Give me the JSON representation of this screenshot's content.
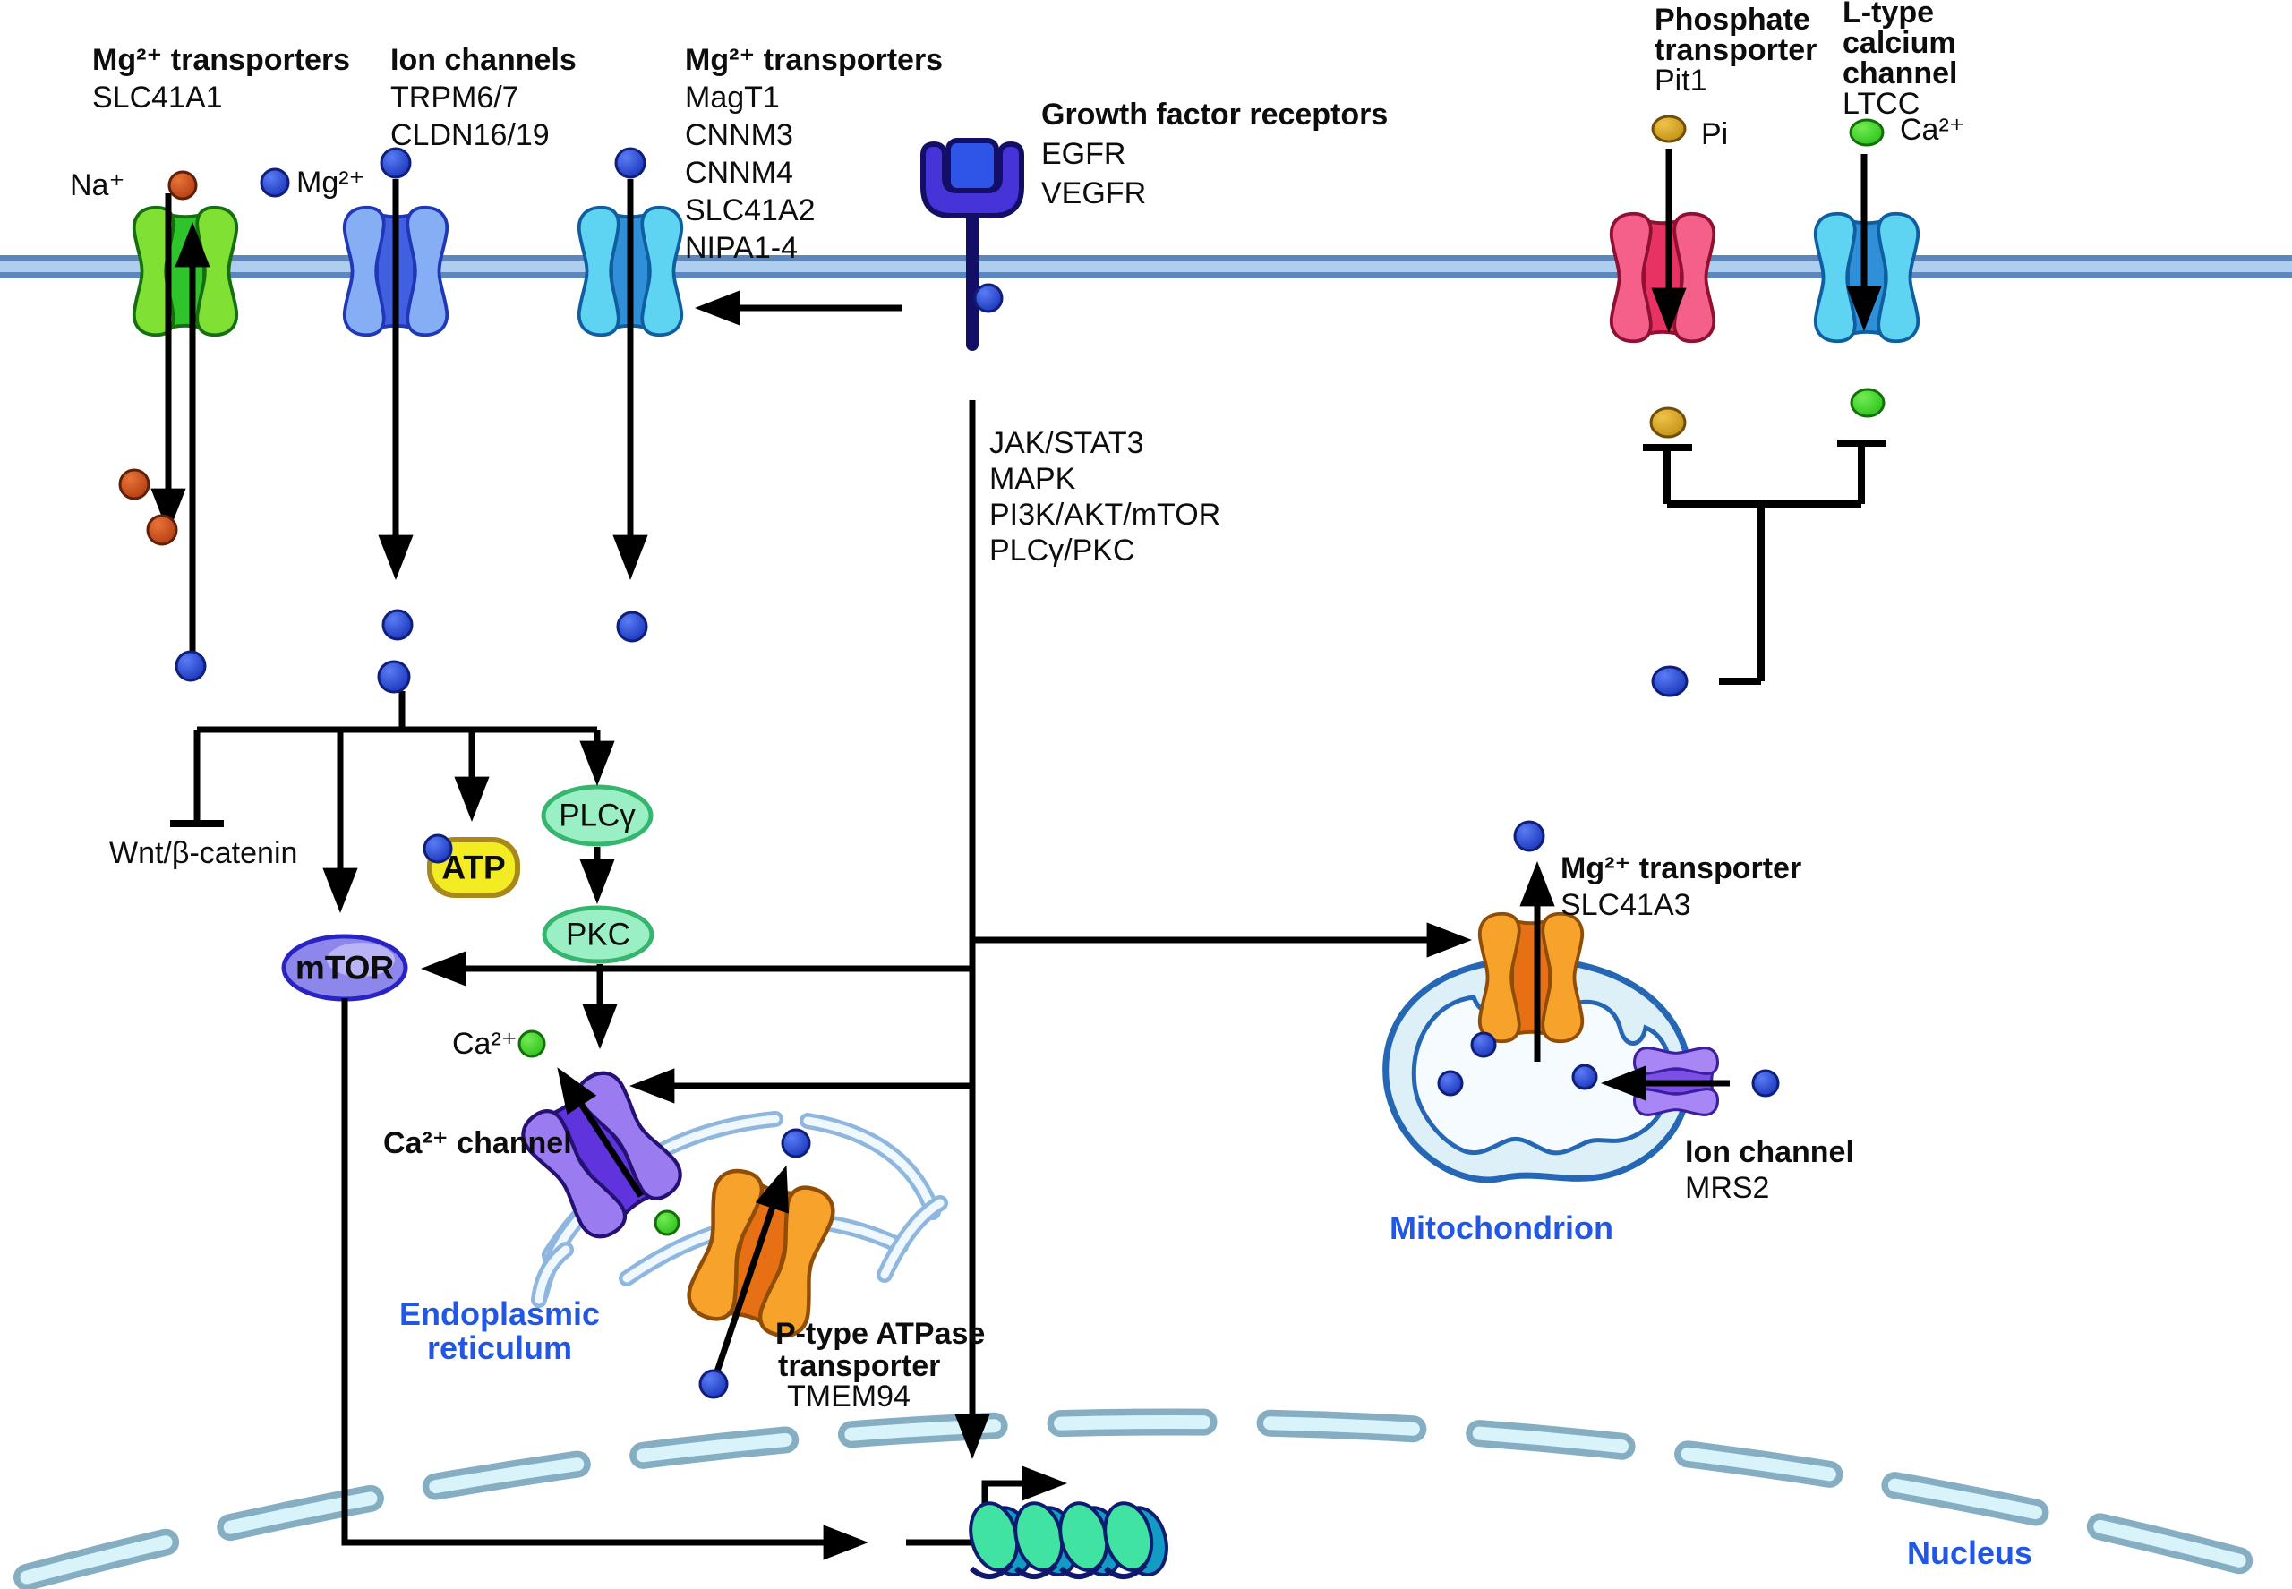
{
  "colors": {
    "membrane_dark": "#5D87BC",
    "membrane_light": "#AECDEF",
    "organelle_label": "#2257E3",
    "ch_green_lobe": "#80E033",
    "ch_green_core": "#2FC42C",
    "ch_green_stroke": "#156E10",
    "ch_blue_lobe": "#86AEF5",
    "ch_blue_core": "#4160E0",
    "ch_blue_stroke": "#2038B8",
    "ch_cyan_lobe": "#5FD3F2",
    "ch_cyan_core": "#2F8FD8",
    "ch_cyan_stroke": "#0F5FA0",
    "ch_pink_lobe": "#F4608A",
    "ch_pink_core": "#E83263",
    "ch_pink_stroke": "#8F1030",
    "ch_orange_lobe": "#F6A22B",
    "ch_orange_core": "#E87014",
    "ch_orange_stroke": "#8F4D05",
    "ch_purple_lobe": "#9B7BF0",
    "ch_purple_core": "#5F34DC",
    "ch_purple_stroke": "#241173",
    "ch_violet_lobe": "#A886F5",
    "ch_violet_core": "#7C50E8",
    "ch_violet_stroke": "#3A1FA0",
    "receptor_outer": "#4634D9",
    "receptor_inner": "#2E55E8",
    "receptor_stroke": "#140F66",
    "mtor_fill": "#8D87EC",
    "mtor_hl": "#BDB9F6",
    "mtor_stroke": "#2A23C4",
    "enzyme_fill": "#9BEFC4",
    "enzyme_stroke": "#35B56E",
    "atp_fill": "#F4EC22",
    "atp_stroke": "#A8871B",
    "er_outline": "#8FB6DE",
    "er_inner": "#EFF8FF",
    "mito_fill": "#DDEFF7",
    "mito_inner": "#F6FBFF",
    "mito_stroke": "#2667B5",
    "nuc_dash_outer": "#85AEC2",
    "nuc_dash_inner": "#D9F3FA",
    "histone_face": "#41E3A2",
    "histone_side": "#129BC4",
    "histone_stroke": "#0D1C70",
    "coil": "#10186E",
    "ball_mg_hi": "#5A7CF5",
    "ball_mg": "#1733B8",
    "ball_mg_stroke": "#0E1E7A",
    "ball_na_hi": "#E87438",
    "ball_na": "#B03A10",
    "ball_na_stroke": "#5E2008",
    "ball_pi_hi": "#EFC34A",
    "ball_pi": "#C08D12",
    "ball_pi_stroke": "#6E4E08",
    "ball_ca_hi": "#72EC52",
    "ball_ca": "#2BBF1A",
    "ball_ca_stroke": "#137008"
  },
  "labels": {
    "slc41a1_block": {
      "title": "Mg²⁺ transporters",
      "name": "SLC41A1"
    },
    "ion_legend": {
      "na": "Na⁺",
      "mg": "Mg²⁺"
    },
    "ion_channels_block": {
      "title": "Ion channels",
      "l1": "TRPM6/7",
      "l2": "CLDN16/19"
    },
    "mg_transporters_block": {
      "title": "Mg²⁺ transporters",
      "items": [
        "MagT1",
        "CNNM3",
        "CNNM4",
        "SLC41A2",
        "NIPA1-4"
      ]
    },
    "gfr_block": {
      "title": "Growth factor receptors",
      "l1": "EGFR",
      "l2": "VEGFR"
    },
    "phosphate_block": {
      "l1": "Phosphate",
      "l2": "transporter",
      "l3": "Pit1",
      "ion": "Pi"
    },
    "ltcc_block": {
      "l1": "L-type",
      "l2": "calcium",
      "l3": "channel",
      "l4": "LTCC",
      "ion": "Ca²⁺"
    },
    "pathways": [
      "JAK/STAT3",
      "MAPK",
      "PI3K/AKT/mTOR",
      "PLCγ/PKC"
    ],
    "wnt": "Wnt/β-catenin",
    "mtor": "mTOR",
    "atp": "ATP",
    "plcg": "PLCγ",
    "pkc": "PKC",
    "ca_ion_out": "Ca²⁺",
    "ca_channel": "Ca²⁺ channel",
    "er": {
      "l1": "Endoplasmic",
      "l2": "reticulum"
    },
    "ptype_block": {
      "l1": "P-type ATPase",
      "l2": "transporter",
      "l3": "TMEM94"
    },
    "mito": {
      "label": "Mitochondrion",
      "transporter_title": "Mg²⁺ transporter",
      "transporter_name": "SLC41A3",
      "channel_title": "Ion channel",
      "channel_name": "MRS2"
    },
    "nucleus": "Nucleus"
  }
}
